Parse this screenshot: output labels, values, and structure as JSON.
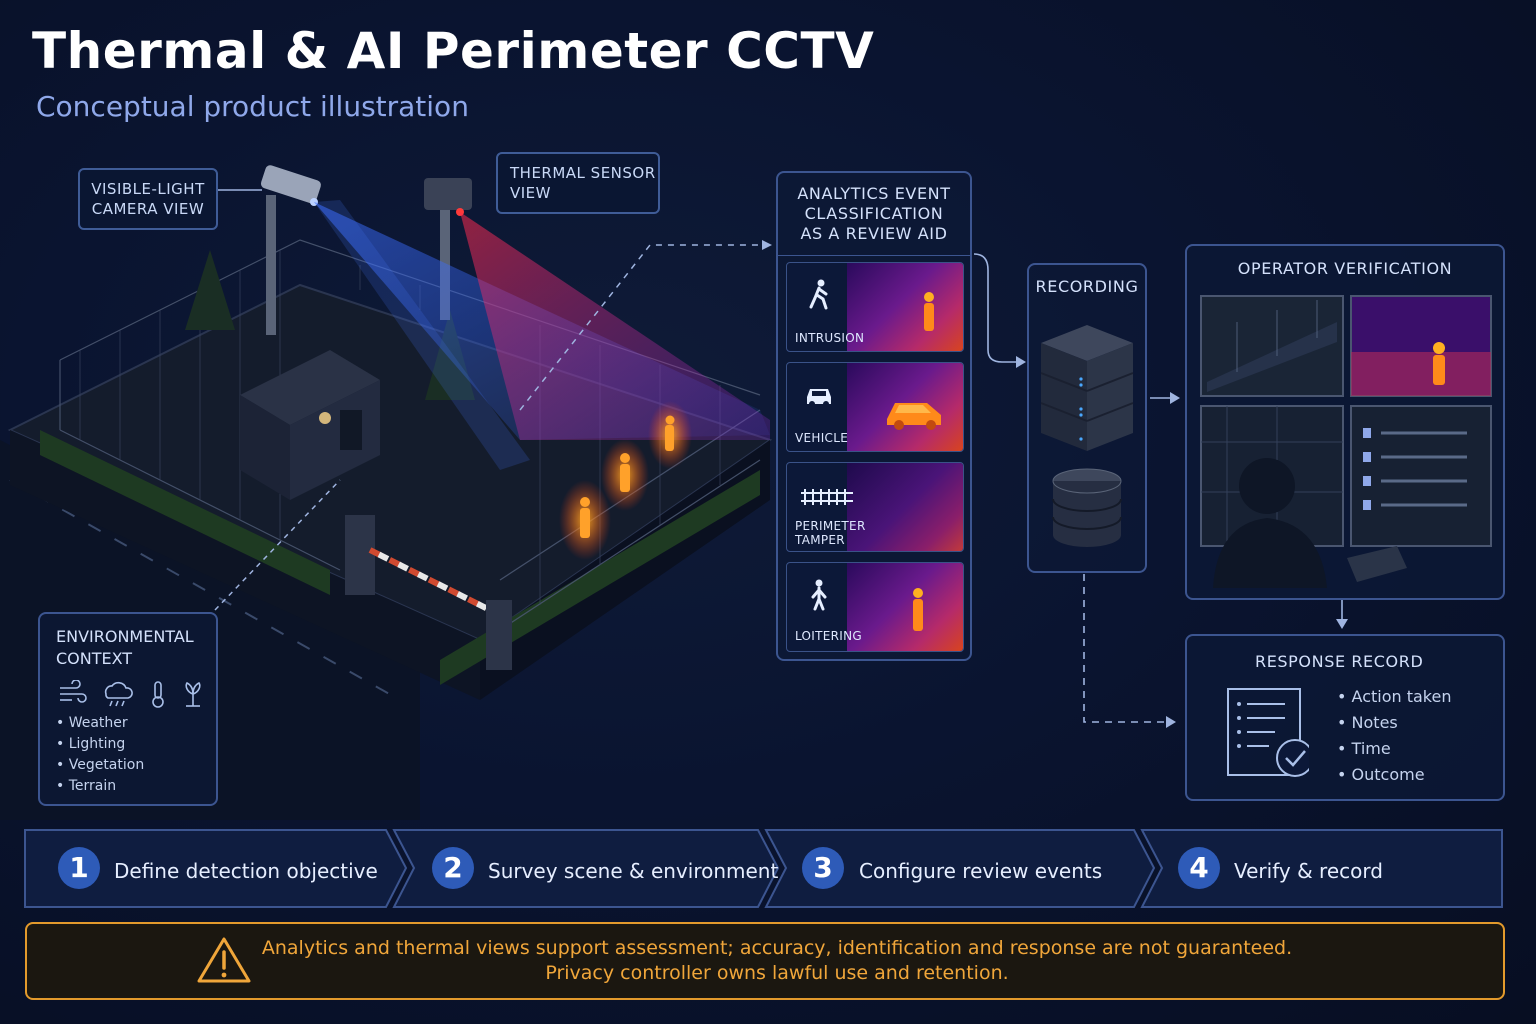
{
  "header": {
    "title": "Thermal & AI Perimeter CCTV",
    "subtitle": "Conceptual product illustration"
  },
  "labels": {
    "visible_camera": [
      "VISIBLE-LIGHT",
      "CAMERA VIEW"
    ],
    "thermal_sensor": [
      "THERMAL SENSOR",
      "VIEW"
    ]
  },
  "environment": {
    "title": [
      "ENVIRONMENTAL",
      "CONTEXT"
    ],
    "icons": [
      "wind-icon",
      "rain-cloud-icon",
      "thermometer-icon",
      "plant-icon"
    ],
    "items": [
      "Weather",
      "Lighting",
      "Vegetation",
      "Terrain"
    ]
  },
  "analytics": {
    "title": [
      "ANALYTICS EVENT",
      "CLASSIFICATION",
      "AS A REVIEW AID"
    ],
    "events": [
      {
        "label": "INTRUSION",
        "icon": "walking-person-icon"
      },
      {
        "label": "VEHICLE",
        "icon": "car-icon"
      },
      {
        "label": "PERIMETER TAMPER",
        "icon": "fence-icon"
      },
      {
        "label": "LOITERING",
        "icon": "standing-person-icon"
      }
    ]
  },
  "recording": {
    "title": "RECORDING"
  },
  "operator": {
    "title": "OPERATOR VERIFICATION"
  },
  "response": {
    "title": "RESPONSE RECORD",
    "items": [
      "Action taken",
      "Notes",
      "Time",
      "Outcome"
    ]
  },
  "steps": [
    {
      "num": "1",
      "label": "Define detection objective"
    },
    {
      "num": "2",
      "label": "Survey scene & environment"
    },
    {
      "num": "3",
      "label": "Configure review events"
    },
    {
      "num": "4",
      "label": "Verify & record"
    }
  ],
  "warning": {
    "line1": "Analytics and thermal views support assessment; accuracy, identification and response are not guaranteed.",
    "line2": "Privacy controller owns lawful use and retention."
  },
  "colors": {
    "accent": "#2e5bb8",
    "warning": "#f0a63a",
    "thermal_hot": "#ff9a1e",
    "panel_border": "#3c5590"
  }
}
